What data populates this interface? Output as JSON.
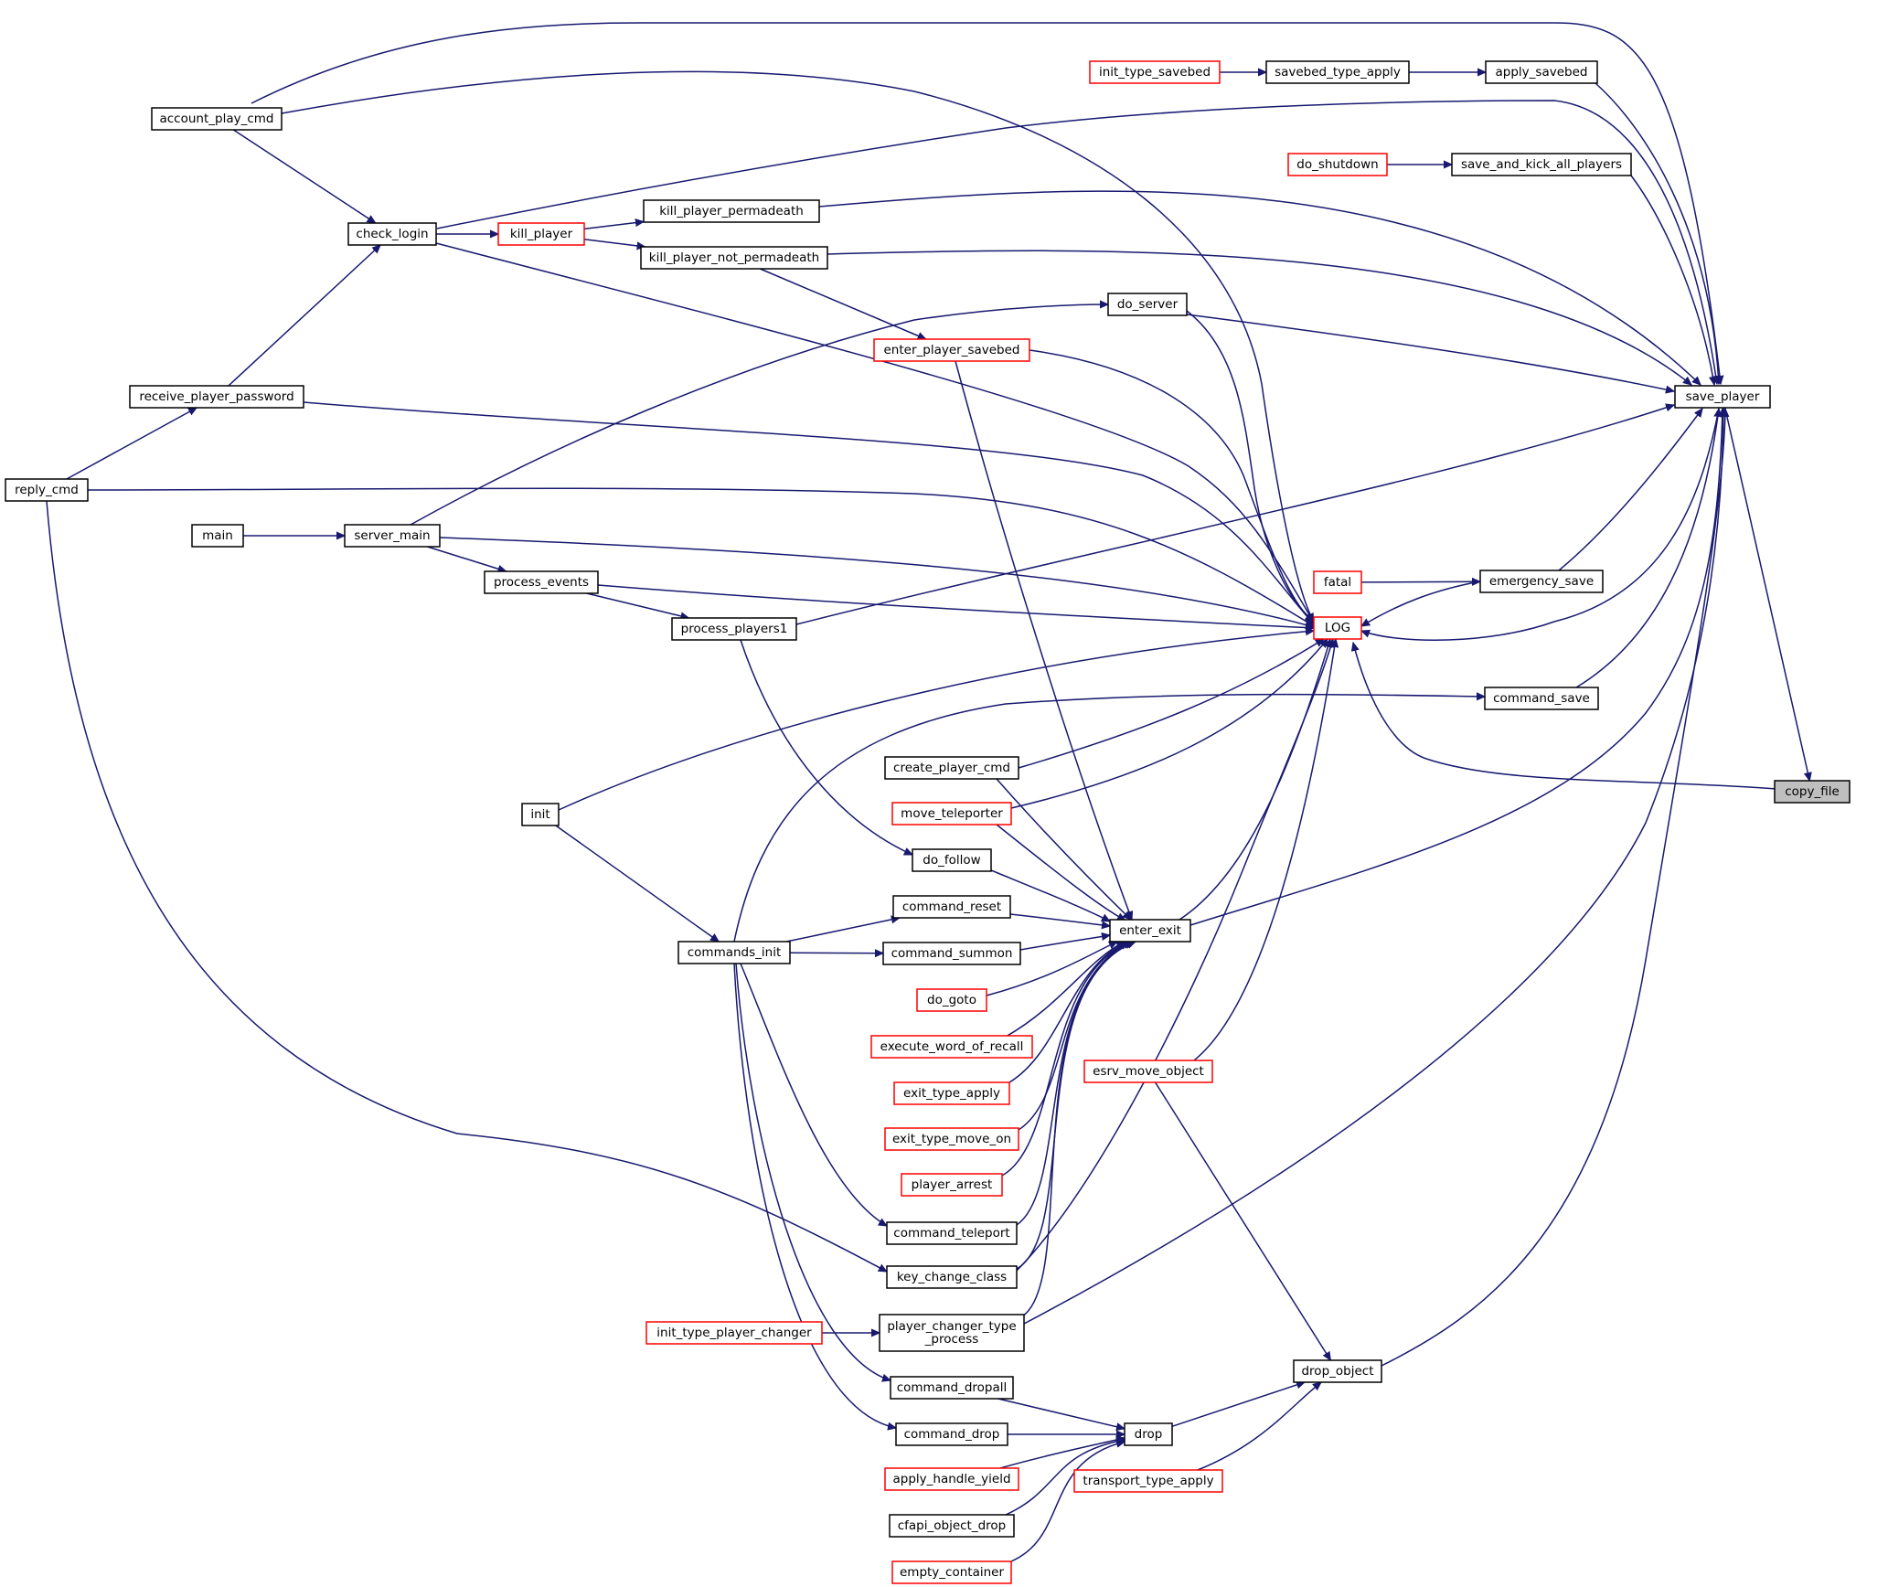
{
  "nodes": [
    {
      "id": "copy_file",
      "label": "copy_file",
      "style": "grey"
    },
    {
      "id": "save_player",
      "label": "save_player",
      "style": "black"
    },
    {
      "id": "LOG",
      "label": "LOG",
      "style": "red"
    },
    {
      "id": "account_play_cmd",
      "label": "account_play_cmd",
      "style": "black"
    },
    {
      "id": "check_login",
      "label": "check_login",
      "style": "black"
    },
    {
      "id": "kill_player",
      "label": "kill_player",
      "style": "red"
    },
    {
      "id": "kill_player_permadeath",
      "label": "kill_player_permadeath",
      "style": "black"
    },
    {
      "id": "kill_player_not_permadeath",
      "label": "kill_player_not_permadeath",
      "style": "black"
    },
    {
      "id": "receive_player_password",
      "label": "receive_player_password",
      "style": "black"
    },
    {
      "id": "reply_cmd",
      "label": "reply_cmd",
      "style": "black"
    },
    {
      "id": "main",
      "label": "main",
      "style": "black"
    },
    {
      "id": "server_main",
      "label": "server_main",
      "style": "black"
    },
    {
      "id": "process_events",
      "label": "process_events",
      "style": "black"
    },
    {
      "id": "process_players1",
      "label": "process_players1",
      "style": "black"
    },
    {
      "id": "init",
      "label": "init",
      "style": "black"
    },
    {
      "id": "commands_init",
      "label": "commands_init",
      "style": "black"
    },
    {
      "id": "init_type_savebed",
      "label": "init_type_savebed",
      "style": "red"
    },
    {
      "id": "savebed_type_apply",
      "label": "savebed_type_apply",
      "style": "black"
    },
    {
      "id": "apply_savebed",
      "label": "apply_savebed",
      "style": "black"
    },
    {
      "id": "do_shutdown",
      "label": "do_shutdown",
      "style": "red"
    },
    {
      "id": "save_and_kick_all_players",
      "label": "save_and_kick_all_players",
      "style": "black"
    },
    {
      "id": "do_server",
      "label": "do_server",
      "style": "black"
    },
    {
      "id": "enter_player_savebed",
      "label": "enter_player_savebed",
      "style": "red"
    },
    {
      "id": "fatal",
      "label": "fatal",
      "style": "red"
    },
    {
      "id": "emergency_save",
      "label": "emergency_save",
      "style": "black"
    },
    {
      "id": "command_save",
      "label": "command_save",
      "style": "black"
    },
    {
      "id": "create_player_cmd",
      "label": "create_player_cmd",
      "style": "black"
    },
    {
      "id": "move_teleporter",
      "label": "move_teleporter",
      "style": "red"
    },
    {
      "id": "do_follow",
      "label": "do_follow",
      "style": "black"
    },
    {
      "id": "command_reset",
      "label": "command_reset",
      "style": "black"
    },
    {
      "id": "enter_exit",
      "label": "enter_exit",
      "style": "black"
    },
    {
      "id": "command_summon",
      "label": "command_summon",
      "style": "black"
    },
    {
      "id": "do_goto",
      "label": "do_goto",
      "style": "red"
    },
    {
      "id": "execute_word_of_recall",
      "label": "execute_word_of_recall",
      "style": "red"
    },
    {
      "id": "exit_type_apply",
      "label": "exit_type_apply",
      "style": "red"
    },
    {
      "id": "exit_type_move_on",
      "label": "exit_type_move_on",
      "style": "red"
    },
    {
      "id": "player_arrest",
      "label": "player_arrest",
      "style": "red"
    },
    {
      "id": "command_teleport",
      "label": "command_teleport",
      "style": "black"
    },
    {
      "id": "key_change_class",
      "label": "key_change_class",
      "style": "black"
    },
    {
      "id": "player_changer_type_process",
      "label": "player_changer_type\n_process",
      "style": "black"
    },
    {
      "id": "init_type_player_changer",
      "label": "init_type_player_changer",
      "style": "red"
    },
    {
      "id": "command_dropall",
      "label": "command_dropall",
      "style": "black"
    },
    {
      "id": "command_drop",
      "label": "command_drop",
      "style": "black"
    },
    {
      "id": "drop",
      "label": "drop",
      "style": "black"
    },
    {
      "id": "apply_handle_yield",
      "label": "apply_handle_yield",
      "style": "red"
    },
    {
      "id": "cfapi_object_drop",
      "label": "cfapi_object_drop",
      "style": "black"
    },
    {
      "id": "empty_container",
      "label": "empty_container",
      "style": "red"
    },
    {
      "id": "esrv_move_object",
      "label": "esrv_move_object",
      "style": "red"
    },
    {
      "id": "drop_object",
      "label": "drop_object",
      "style": "black"
    },
    {
      "id": "transport_type_apply",
      "label": "transport_type_apply",
      "style": "red"
    }
  ],
  "edges": [
    [
      "save_player",
      "copy_file"
    ],
    [
      "LOG",
      "copy_file"
    ],
    [
      "account_play_cmd",
      "save_player"
    ],
    [
      "apply_savebed",
      "save_player"
    ],
    [
      "save_and_kick_all_players",
      "save_player"
    ],
    [
      "check_login",
      "save_player"
    ],
    [
      "kill_player_permadeath",
      "save_player"
    ],
    [
      "kill_player_not_permadeath",
      "save_player"
    ],
    [
      "do_server",
      "save_player"
    ],
    [
      "process_players1",
      "save_player"
    ],
    [
      "emergency_save",
      "save_player"
    ],
    [
      "command_save",
      "save_player"
    ],
    [
      "enter_exit",
      "save_player"
    ],
    [
      "player_changer_type_process",
      "save_player"
    ],
    [
      "drop_object",
      "save_player"
    ],
    [
      "account_play_cmd",
      "LOG"
    ],
    [
      "check_login",
      "LOG"
    ],
    [
      "receive_player_password",
      "LOG"
    ],
    [
      "reply_cmd",
      "LOG"
    ],
    [
      "server_main",
      "LOG"
    ],
    [
      "process_events",
      "LOG"
    ],
    [
      "init",
      "LOG"
    ],
    [
      "do_server",
      "LOG"
    ],
    [
      "enter_player_savebed",
      "LOG"
    ],
    [
      "emergency_save",
      "LOG"
    ],
    [
      "save_player",
      "LOG"
    ],
    [
      "create_player_cmd",
      "LOG"
    ],
    [
      "move_teleporter",
      "LOG"
    ],
    [
      "enter_exit",
      "LOG"
    ],
    [
      "esrv_move_object",
      "LOG"
    ],
    [
      "key_change_class",
      "LOG"
    ],
    [
      "commands_init",
      "command_save"
    ],
    [
      "account_play_cmd",
      "check_login"
    ],
    [
      "receive_player_password",
      "check_login"
    ],
    [
      "check_login",
      "kill_player"
    ],
    [
      "kill_player",
      "kill_player_permadeath"
    ],
    [
      "kill_player",
      "kill_player_not_permadeath"
    ],
    [
      "reply_cmd",
      "receive_player_password"
    ],
    [
      "reply_cmd",
      "key_change_class"
    ],
    [
      "main",
      "server_main"
    ],
    [
      "server_main",
      "process_events"
    ],
    [
      "process_events",
      "process_players1"
    ],
    [
      "server_main",
      "do_server"
    ],
    [
      "process_players1",
      "do_follow"
    ],
    [
      "init",
      "commands_init"
    ],
    [
      "commands_init",
      "command_reset"
    ],
    [
      "commands_init",
      "command_summon"
    ],
    [
      "commands_init",
      "command_teleport"
    ],
    [
      "commands_init",
      "command_dropall"
    ],
    [
      "commands_init",
      "command_drop"
    ],
    [
      "init_type_savebed",
      "savebed_type_apply"
    ],
    [
      "savebed_type_apply",
      "apply_savebed"
    ],
    [
      "do_shutdown",
      "save_and_kick_all_players"
    ],
    [
      "fatal",
      "emergency_save"
    ],
    [
      "kill_player_not_permadeath",
      "enter_player_savebed"
    ],
    [
      "enter_player_savebed",
      "enter_exit"
    ],
    [
      "create_player_cmd",
      "enter_exit"
    ],
    [
      "move_teleporter",
      "enter_exit"
    ],
    [
      "do_follow",
      "enter_exit"
    ],
    [
      "command_reset",
      "enter_exit"
    ],
    [
      "command_summon",
      "enter_exit"
    ],
    [
      "do_goto",
      "enter_exit"
    ],
    [
      "execute_word_of_recall",
      "enter_exit"
    ],
    [
      "exit_type_apply",
      "enter_exit"
    ],
    [
      "exit_type_move_on",
      "enter_exit"
    ],
    [
      "player_arrest",
      "enter_exit"
    ],
    [
      "command_teleport",
      "enter_exit"
    ],
    [
      "key_change_class",
      "enter_exit"
    ],
    [
      "player_changer_type_process",
      "enter_exit"
    ],
    [
      "init_type_player_changer",
      "player_changer_type_process"
    ],
    [
      "command_dropall",
      "drop"
    ],
    [
      "command_drop",
      "drop"
    ],
    [
      "apply_handle_yield",
      "drop"
    ],
    [
      "cfapi_object_drop",
      "drop"
    ],
    [
      "empty_container",
      "drop"
    ],
    [
      "drop",
      "drop_object"
    ],
    [
      "esrv_move_object",
      "drop_object"
    ],
    [
      "transport_type_apply",
      "drop_object"
    ]
  ]
}
